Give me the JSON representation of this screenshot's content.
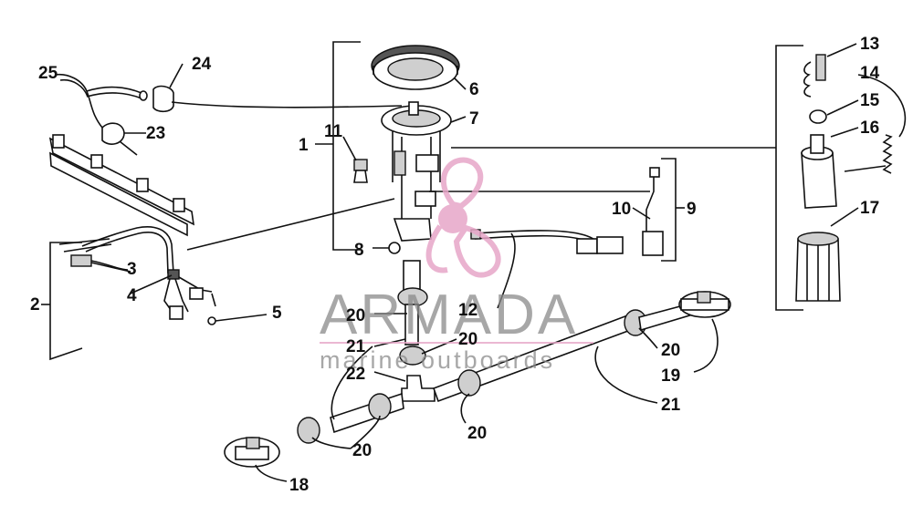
{
  "callouts": [
    {
      "id": "1",
      "label": "1"
    },
    {
      "id": "2",
      "label": "2"
    },
    {
      "id": "3",
      "label": "3"
    },
    {
      "id": "4",
      "label": "4"
    },
    {
      "id": "5",
      "label": "5"
    },
    {
      "id": "6",
      "label": "6"
    },
    {
      "id": "7",
      "label": "7"
    },
    {
      "id": "8",
      "label": "8"
    },
    {
      "id": "9",
      "label": "9"
    },
    {
      "id": "10",
      "label": "10"
    },
    {
      "id": "11",
      "label": "11"
    },
    {
      "id": "12",
      "label": "12"
    },
    {
      "id": "13",
      "label": "13"
    },
    {
      "id": "14",
      "label": "14"
    },
    {
      "id": "15",
      "label": "15"
    },
    {
      "id": "16",
      "label": "16"
    },
    {
      "id": "17",
      "label": "17"
    },
    {
      "id": "18",
      "label": "18"
    },
    {
      "id": "19",
      "label": "19"
    },
    {
      "id": "20a",
      "label": "20"
    },
    {
      "id": "20b",
      "label": "20"
    },
    {
      "id": "20c",
      "label": "20"
    },
    {
      "id": "20d",
      "label": "20"
    },
    {
      "id": "20e",
      "label": "20"
    },
    {
      "id": "21a",
      "label": "21"
    },
    {
      "id": "21b",
      "label": "21"
    },
    {
      "id": "22",
      "label": "22"
    },
    {
      "id": "23",
      "label": "23"
    },
    {
      "id": "24",
      "label": "24"
    },
    {
      "id": "25",
      "label": "25"
    }
  ],
  "watermark": {
    "brand": "ARMADA",
    "tagline": "marine outboards",
    "logo_color": "#e7a6c8",
    "text_color": "#8a8a8a"
  }
}
